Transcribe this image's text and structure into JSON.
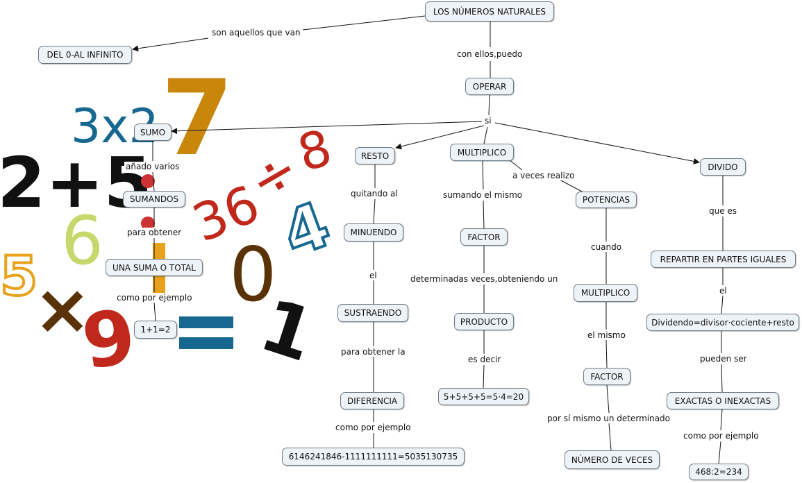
{
  "decorations": {
    "d_3x2": "3x2",
    "d_7": "7",
    "d_2p5": "2+5",
    "d_8": "8",
    "d_36": "36",
    "d_div": "÷",
    "d_4": "4",
    "d_6": "6",
    "d_0": "0",
    "d_5": "5",
    "d_x": "×",
    "d_9": "9",
    "d_eq": "=",
    "d_1": "1"
  },
  "nodes": {
    "naturales": "LOS NÚMEROS NATURALES",
    "infinito": "DEL 0-AL INFINITO",
    "operar": "OPERAR",
    "sumo": "SUMO",
    "resto": "RESTO",
    "multiplico": "MULTIPLICO",
    "divido": "DIVIDO",
    "sumandos": "SUMANDOS",
    "suma_total": "UNA SUMA O TOTAL",
    "ej_suma": "1+1=2",
    "minuendo": "MINUENDO",
    "sustraendo": "SUSTRAENDO",
    "diferencia": "DIFERENCIA",
    "ej_resta": "6146241846-1111111111=5035130735",
    "factor1": "FACTOR",
    "producto": "PRODUCTO",
    "ej_mult": "5+5+5+5=5·4=20",
    "potencias": "POTENCIAS",
    "multiplico2": "MULTIPLICO",
    "factor2": "FACTOR",
    "num_veces": "NÚMERO DE VECES",
    "repartir": "REPARTIR EN PARTES IGUALES",
    "dividendo": "Dividendo=divisor·cociente+resto",
    "exactas": "EXACTAS O INEXACTAS",
    "ej_div": "468:2=234"
  },
  "links": {
    "son_aquellos": "son aquellos que van",
    "con_ellos": "con ellos,puedo",
    "si": "si",
    "anado": "añado varios",
    "para_obtener": "para obtener",
    "como_ej1": "como por ejemplo",
    "quitando": "quitando al",
    "el1": "el",
    "para_obtener_la": "para obtener la",
    "como_ej2": "como por ejemplo",
    "sumando": "sumando el mismo",
    "determinadas": "determinadas veces,obteniendo un",
    "es_decir": "es decir",
    "a_veces": "a veces realizo",
    "cuando": "cuando",
    "el_mismo": "el mismo",
    "por_si": "por sí mismo un determinado",
    "que_es": "que es",
    "el2": "el",
    "pueden": "pueden ser",
    "como_ej3": "como por ejemplo"
  },
  "colors": {
    "node_bg": "#eef3f7",
    "node_border": "#6d7a86",
    "line": "#111111",
    "blue": "#176891",
    "gold": "#c8860a",
    "black": "#111111",
    "red": "#c0281c",
    "green": "#c6d86b",
    "brown": "#5a3208",
    "orange": "#e8a11b"
  }
}
